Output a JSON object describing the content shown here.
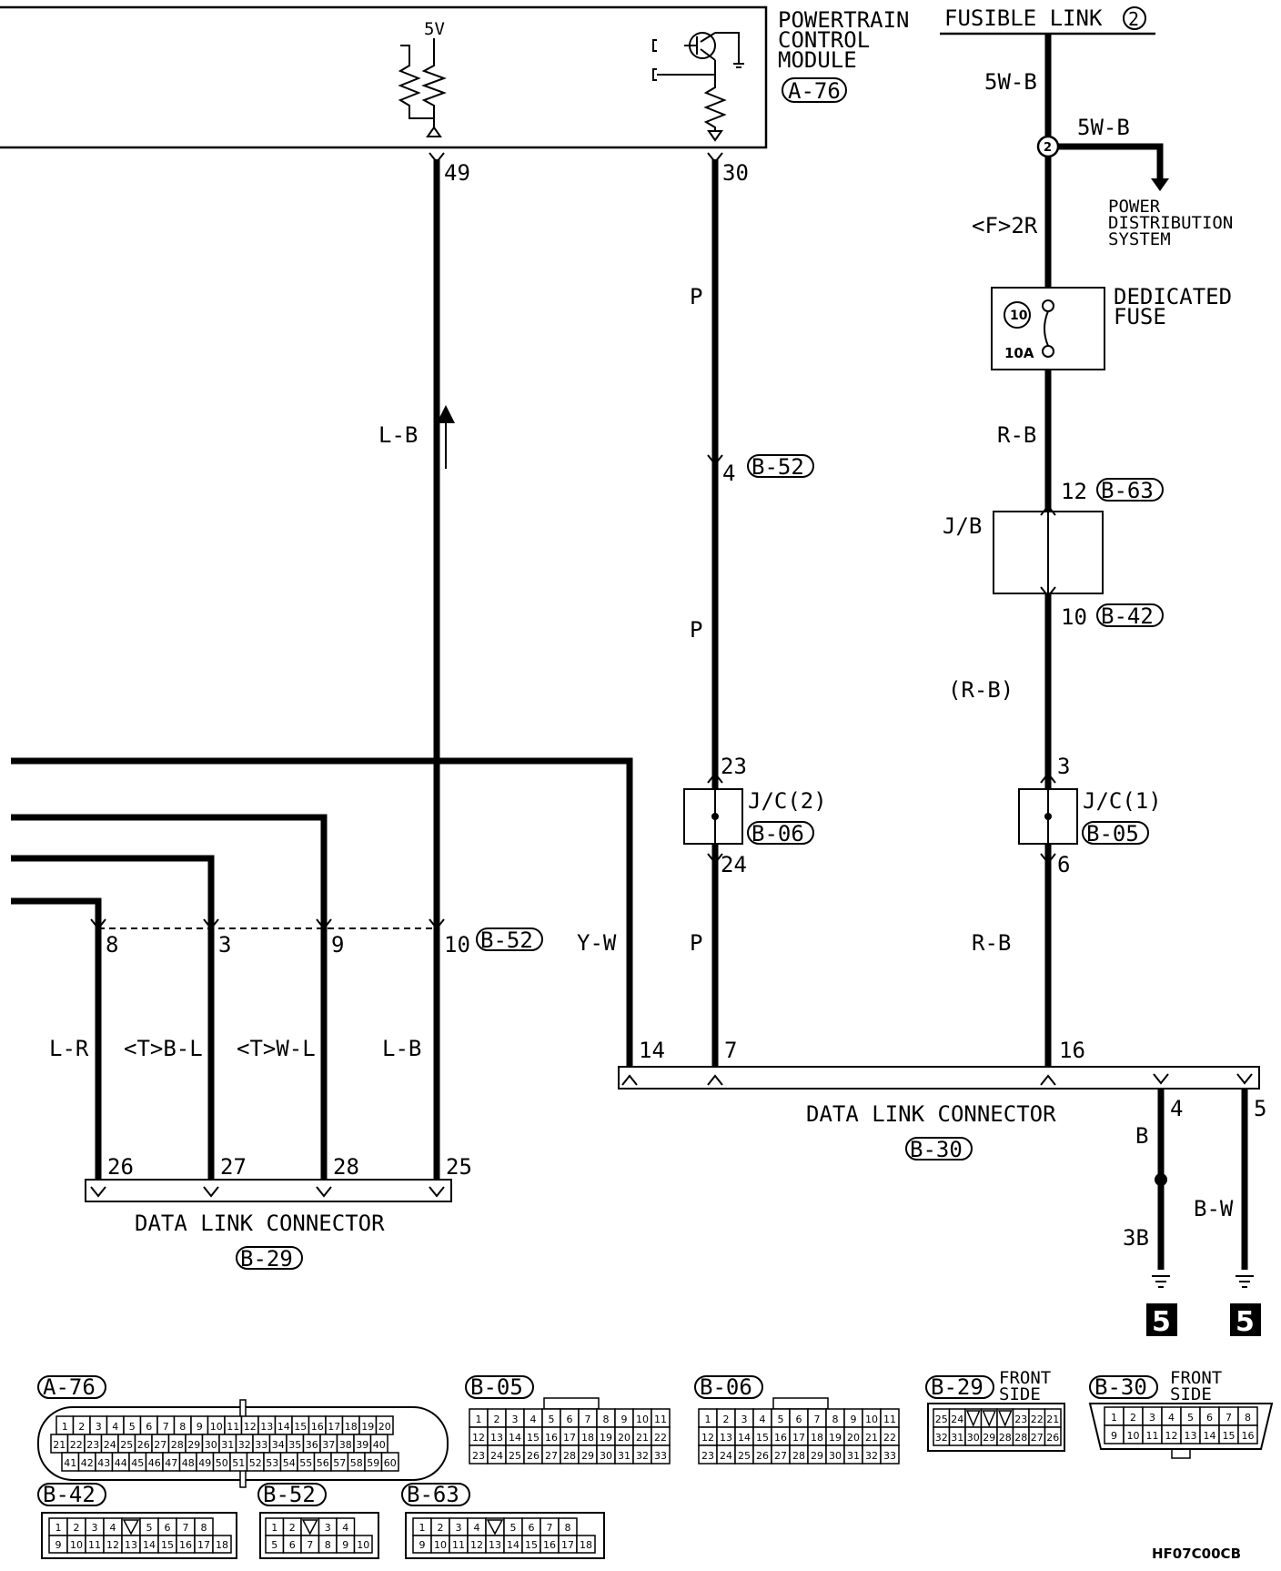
{
  "pcm": {
    "title_lines": [
      "POWERTRAIN",
      "CONTROL",
      "MODULE"
    ],
    "conn": "A-76",
    "supply": "5V",
    "pin_a": "49",
    "pin_b": "30"
  },
  "fusible": {
    "label": "FUSIBLE LINK",
    "num": "2"
  },
  "wires": {
    "w5wb_1": "5W-B",
    "w5wb_2": "5W-B",
    "f2r": "<F>2R",
    "rb_1": "R-B",
    "rb_2": "(R-B)",
    "rb_3": "R-B",
    "p_1": "P",
    "p_2": "P",
    "p_3": "P",
    "lb_1": "L-B",
    "lb_2": "L-B",
    "yw": "Y-W",
    "lr": "L-R",
    "tbl": "<T>B-L",
    "twl": "<T>W-L",
    "b": "B",
    "bw": "B-W",
    "g3b": "3B"
  },
  "splice": {
    "num": "2"
  },
  "power_dist": {
    "lines": [
      "POWER",
      "DISTRIBUTION",
      "SYSTEM"
    ]
  },
  "fuse": {
    "label_lines": [
      "DEDICATED",
      "FUSE"
    ],
    "num": "10",
    "amp": "10A"
  },
  "jb": {
    "label": "J/B",
    "pin_in": "12",
    "conn_in": "B-63",
    "pin_out": "10",
    "conn_out": "B-42"
  },
  "b52_top": {
    "pin": "4",
    "conn": "B-52"
  },
  "jc2": {
    "label": "J/C(2)",
    "conn": "B-06",
    "pin_in": "23",
    "pin_out": "24"
  },
  "jc1": {
    "label": "J/C(1)",
    "conn": "B-05",
    "pin_in": "3",
    "pin_out": "6"
  },
  "b52_low": {
    "pins": [
      "8",
      "3",
      "9",
      "10"
    ],
    "conn": "B-52"
  },
  "dlc30": {
    "label": "DATA LINK CONNECTOR",
    "conn": "B-30",
    "pins": [
      "14",
      "7",
      "16",
      "4",
      "5"
    ]
  },
  "dlc29": {
    "label": "DATA LINK CONNECTOR",
    "conn": "B-29",
    "pins": [
      "26",
      "27",
      "28",
      "25"
    ]
  },
  "ground": {
    "num": "5"
  },
  "legend": {
    "a76": {
      "conn": "A-76",
      "rows": [
        [
          "1",
          "2",
          "3",
          "4",
          "5",
          "6",
          "7",
          "8",
          "9",
          "10",
          "11",
          "12",
          "13",
          "14",
          "15",
          "16",
          "17",
          "18",
          "19",
          "20"
        ],
        [
          "21",
          "22",
          "23",
          "24",
          "25",
          "26",
          "27",
          "28",
          "29",
          "30",
          "31",
          "32",
          "33",
          "34",
          "35",
          "36",
          "37",
          "38",
          "39",
          "40"
        ],
        [
          "41",
          "42",
          "43",
          "44",
          "45",
          "46",
          "47",
          "48",
          "49",
          "50",
          "51",
          "52",
          "53",
          "54",
          "55",
          "56",
          "57",
          "58",
          "59",
          "60"
        ]
      ]
    },
    "b05": {
      "conn": "B-05",
      "rows": [
        [
          "1",
          "2",
          "3",
          "4",
          "5",
          "6",
          "7",
          "8",
          "9",
          "10",
          "11"
        ],
        [
          "12",
          "13",
          "14",
          "15",
          "16",
          "17",
          "18",
          "19",
          "20",
          "21",
          "22"
        ],
        [
          "23",
          "24",
          "25",
          "26",
          "27",
          "28",
          "29",
          "30",
          "31",
          "32",
          "33"
        ]
      ]
    },
    "b06": {
      "conn": "B-06",
      "rows": [
        [
          "1",
          "2",
          "3",
          "4",
          "5",
          "6",
          "7",
          "8",
          "9",
          "10",
          "11"
        ],
        [
          "12",
          "13",
          "14",
          "15",
          "16",
          "17",
          "18",
          "19",
          "20",
          "21",
          "22"
        ],
        [
          "23",
          "24",
          "25",
          "26",
          "27",
          "28",
          "29",
          "30",
          "31",
          "32",
          "33"
        ]
      ]
    },
    "b29": {
      "conn": "B-29",
      "side": [
        "FRONT",
        "SIDE"
      ],
      "rows": [
        [
          "25",
          "24",
          "",
          "",
          "",
          "23",
          "22",
          "21"
        ],
        [
          "32",
          "31",
          "30",
          "29",
          "28",
          "28",
          "27",
          "26"
        ]
      ]
    },
    "b30": {
      "conn": "B-30",
      "side": [
        "FRONT",
        "SIDE"
      ],
      "rows": [
        [
          "1",
          "2",
          "3",
          "4",
          "5",
          "6",
          "7",
          "8"
        ],
        [
          "9",
          "10",
          "11",
          "12",
          "13",
          "14",
          "15",
          "16"
        ]
      ]
    },
    "b42": {
      "conn": "B-42",
      "rows": [
        [
          "1",
          "2",
          "3",
          "4",
          "",
          "5",
          "6",
          "7",
          "8"
        ],
        [
          "9",
          "10",
          "11",
          "12",
          "13",
          "14",
          "15",
          "16",
          "17",
          "18"
        ]
      ]
    },
    "b52": {
      "conn": "B-52",
      "rows": [
        [
          "1",
          "2",
          "",
          "3",
          "4"
        ],
        [
          "5",
          "6",
          "7",
          "8",
          "9",
          "10"
        ]
      ]
    },
    "b63": {
      "conn": "B-63",
      "rows": [
        [
          "1",
          "2",
          "3",
          "4",
          "",
          "5",
          "6",
          "7",
          "8"
        ],
        [
          "9",
          "10",
          "11",
          "12",
          "13",
          "14",
          "15",
          "16",
          "17",
          "18"
        ]
      ]
    }
  },
  "code": "HF07C00CB"
}
